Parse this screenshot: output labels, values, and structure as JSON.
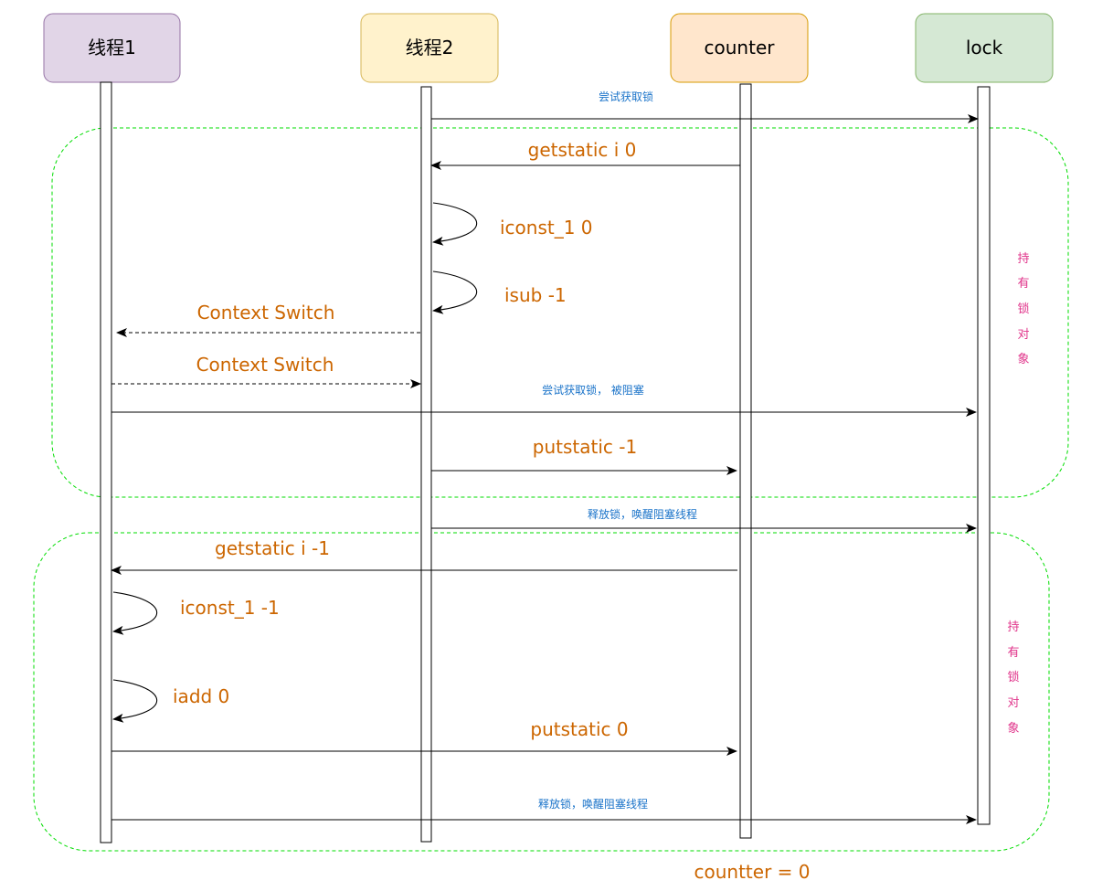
{
  "actors": [
    {
      "label": "线程1",
      "fill": "#e1d5e7",
      "stroke": "#9673a6"
    },
    {
      "label": "线程2",
      "fill": "#fff2cc",
      "stroke": "#d6b656"
    },
    {
      "label": "counter",
      "fill": "#ffe6cc",
      "stroke": "#d79b00"
    },
    {
      "label": "lock",
      "fill": "#d5e8d4",
      "stroke": "#82b366"
    }
  ],
  "messages": {
    "t2_try_lock": "尝试获取锁",
    "t2_getstatic": "getstatic i  0",
    "t2_iconst": "iconst_1 0",
    "t2_isub": "isub  -1",
    "switch_1": "Context Switch",
    "switch_2": "Context Switch",
    "t1_try_lock_blocked": "尝试获取锁， 被阻塞",
    "t2_putstatic": "putstatic -1",
    "t2_release": "释放锁，唤醒阻塞线程",
    "t1_getstatic": "getstatic i  -1",
    "t1_iconst": "iconst_1 -1",
    "t1_iadd": "iadd  0",
    "t1_putstatic": "putstatic   0",
    "t1_release": "释放锁，唤醒阻塞线程"
  },
  "regions": {
    "hold_lock_1": [
      "持",
      "有",
      "锁",
      "对",
      "象"
    ],
    "hold_lock_2": [
      "持",
      "有",
      "锁",
      "对",
      "象"
    ]
  },
  "footer": {
    "result": "countter = 0"
  },
  "colors": {
    "label_orange": "#cc6600",
    "label_blue": "#1a73c9",
    "label_pink": "#e0338a",
    "region_green": "#00dd00"
  }
}
